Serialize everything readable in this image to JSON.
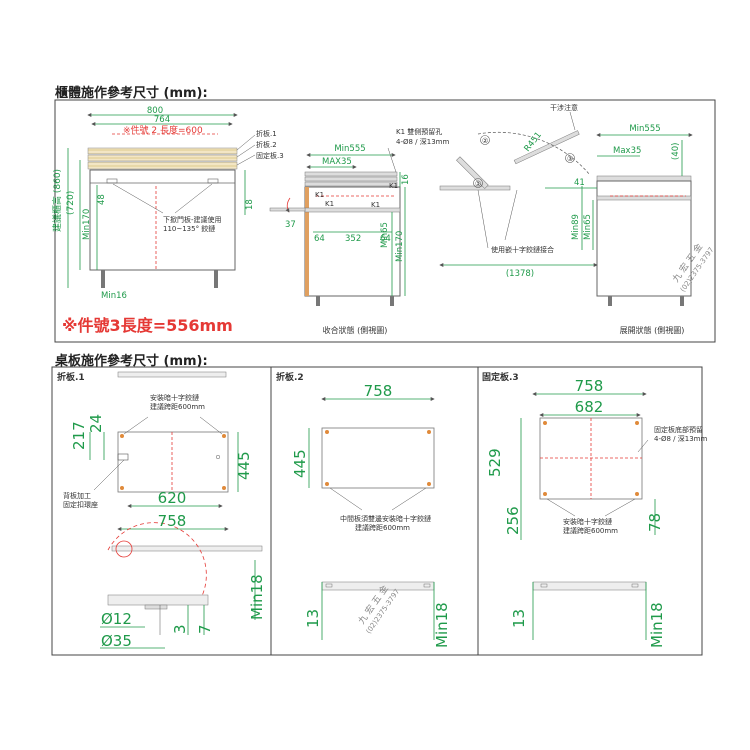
{
  "sections": {
    "cabinet_title": "櫃體施作參考尺寸 (mm):",
    "desk_title": "桌板施作參考尺寸 (mm):"
  },
  "cabinet": {
    "dim_800": "800",
    "dim_764": "764",
    "note_part2": "※件號 2 長度=600",
    "label_fold1": "折板.1",
    "label_fold2": "折板.2",
    "label_fixed3": "固定板.3",
    "height_label": "建議櫃高 (860)",
    "height_720": "(720)",
    "min170": "Min170",
    "dim_48": "48",
    "dim_18": "18",
    "hinge_note_1": "下掀門板-建議使用",
    "hinge_note_2": "110~135° 鉸鏈",
    "min16": "Min16",
    "part3_note": "※件號3長度=556mm"
  },
  "closed_view": {
    "min555": "Min555",
    "max35": "MAX35",
    "hole_note_1": "K1 雙側預留孔",
    "hole_note_2": "4-Ø8 / 深13mm",
    "k1": "K1",
    "dim_16": "16",
    "dim_37": "37",
    "dim_64a": "64",
    "dim_352": "352",
    "dim_64b": "64",
    "min65": "Min65",
    "min170": "Min170",
    "caption": "收合狀態 (側視圖)"
  },
  "open_view": {
    "interference": "干涉注意",
    "min555": "Min555",
    "max35": "Max35",
    "dim_40": "(40)",
    "r451": "R451",
    "dim_41": "41",
    "min89": "Min89",
    "min65": "Min65",
    "hinge_note": "使用嵌十字鉸鏈接合",
    "dim_1378": "(1378)",
    "circle1": "①",
    "circle2": "②",
    "circle3": "③",
    "caption": "展開狀態 (側視圖)",
    "watermark_1": "九 宏 五 金",
    "watermark_2": "(02)2375-3797"
  },
  "panel1": {
    "title": "折板.1",
    "note_1": "安裝暗十字鉸鏈",
    "note_2": "建議跨距600mm",
    "dim_217": "217",
    "dim_24": "24",
    "dim_445": "445",
    "dim_620": "620",
    "dim_758": "758",
    "edge_note_1": "背板加工",
    "edge_note_2": "固定扣環座",
    "min18": "Min18",
    "dia12": "Ø12",
    "dia35": "Ø35",
    "dim_3": "3",
    "dim_7": "7"
  },
  "panel2": {
    "title": "折板.2",
    "dim_758": "758",
    "dim_445": "445",
    "note_1": "中間板須雙邊安裝暗十字鉸鏈",
    "note_2": "建議跨距600mm",
    "dim_13": "13",
    "min18": "Min18",
    "watermark_1": "九 宏 五 金",
    "watermark_2": "(02)2375-3797"
  },
  "panel3": {
    "title": "固定板.3",
    "dim_758": "758",
    "dim_682": "682",
    "dim_529": "529",
    "dim_256": "256",
    "dim_78": "78",
    "hole_note_1": "固定板底部預留",
    "hole_note_2": "4-Ø8 / 深13mm",
    "note_1": "安裝暗十字鉸鏈",
    "note_2": "建議跨距600mm",
    "dim_13": "13",
    "min18": "Min18"
  },
  "colors": {
    "dim_green": "#1f9a4a",
    "accent_red": "#e53935",
    "line_gray": "#555555",
    "hinge_orange": "#e08a3a"
  }
}
